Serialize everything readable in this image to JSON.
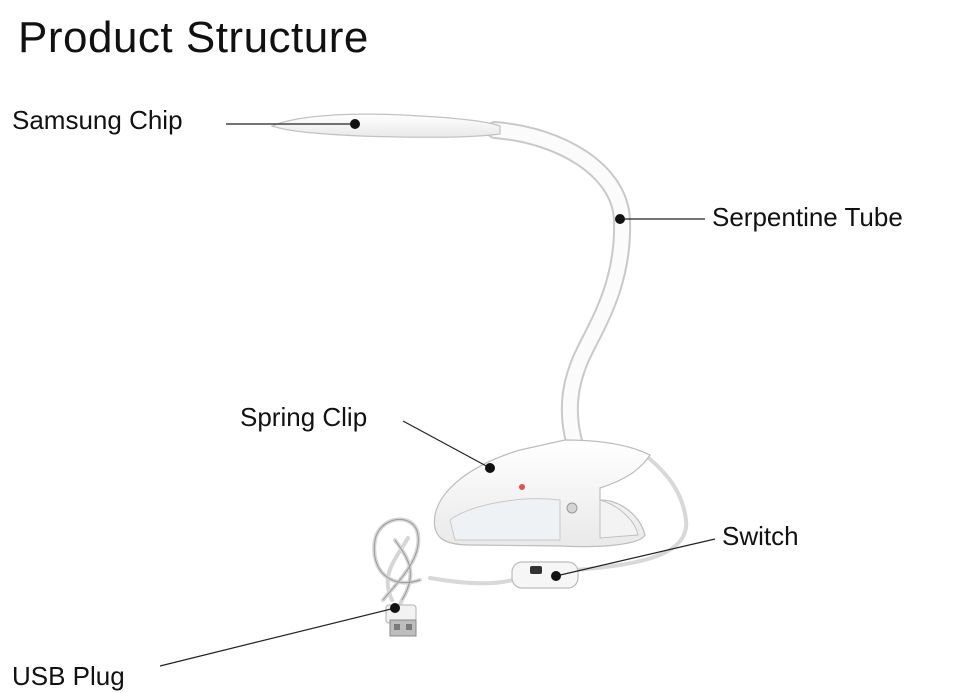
{
  "title": "Product Structure",
  "callouts": {
    "samsung_chip": "Samsung Chip",
    "serpentine_tube": "Serpentine Tube",
    "spring_clip": "Spring Clip",
    "switch": "Switch",
    "usb_plug": "USB Plug"
  },
  "colors": {
    "text": "#111111",
    "leader": "#222222",
    "lamp_body": "#f7f7f7",
    "lamp_outline": "#c8c8c8",
    "background": "#ffffff"
  }
}
